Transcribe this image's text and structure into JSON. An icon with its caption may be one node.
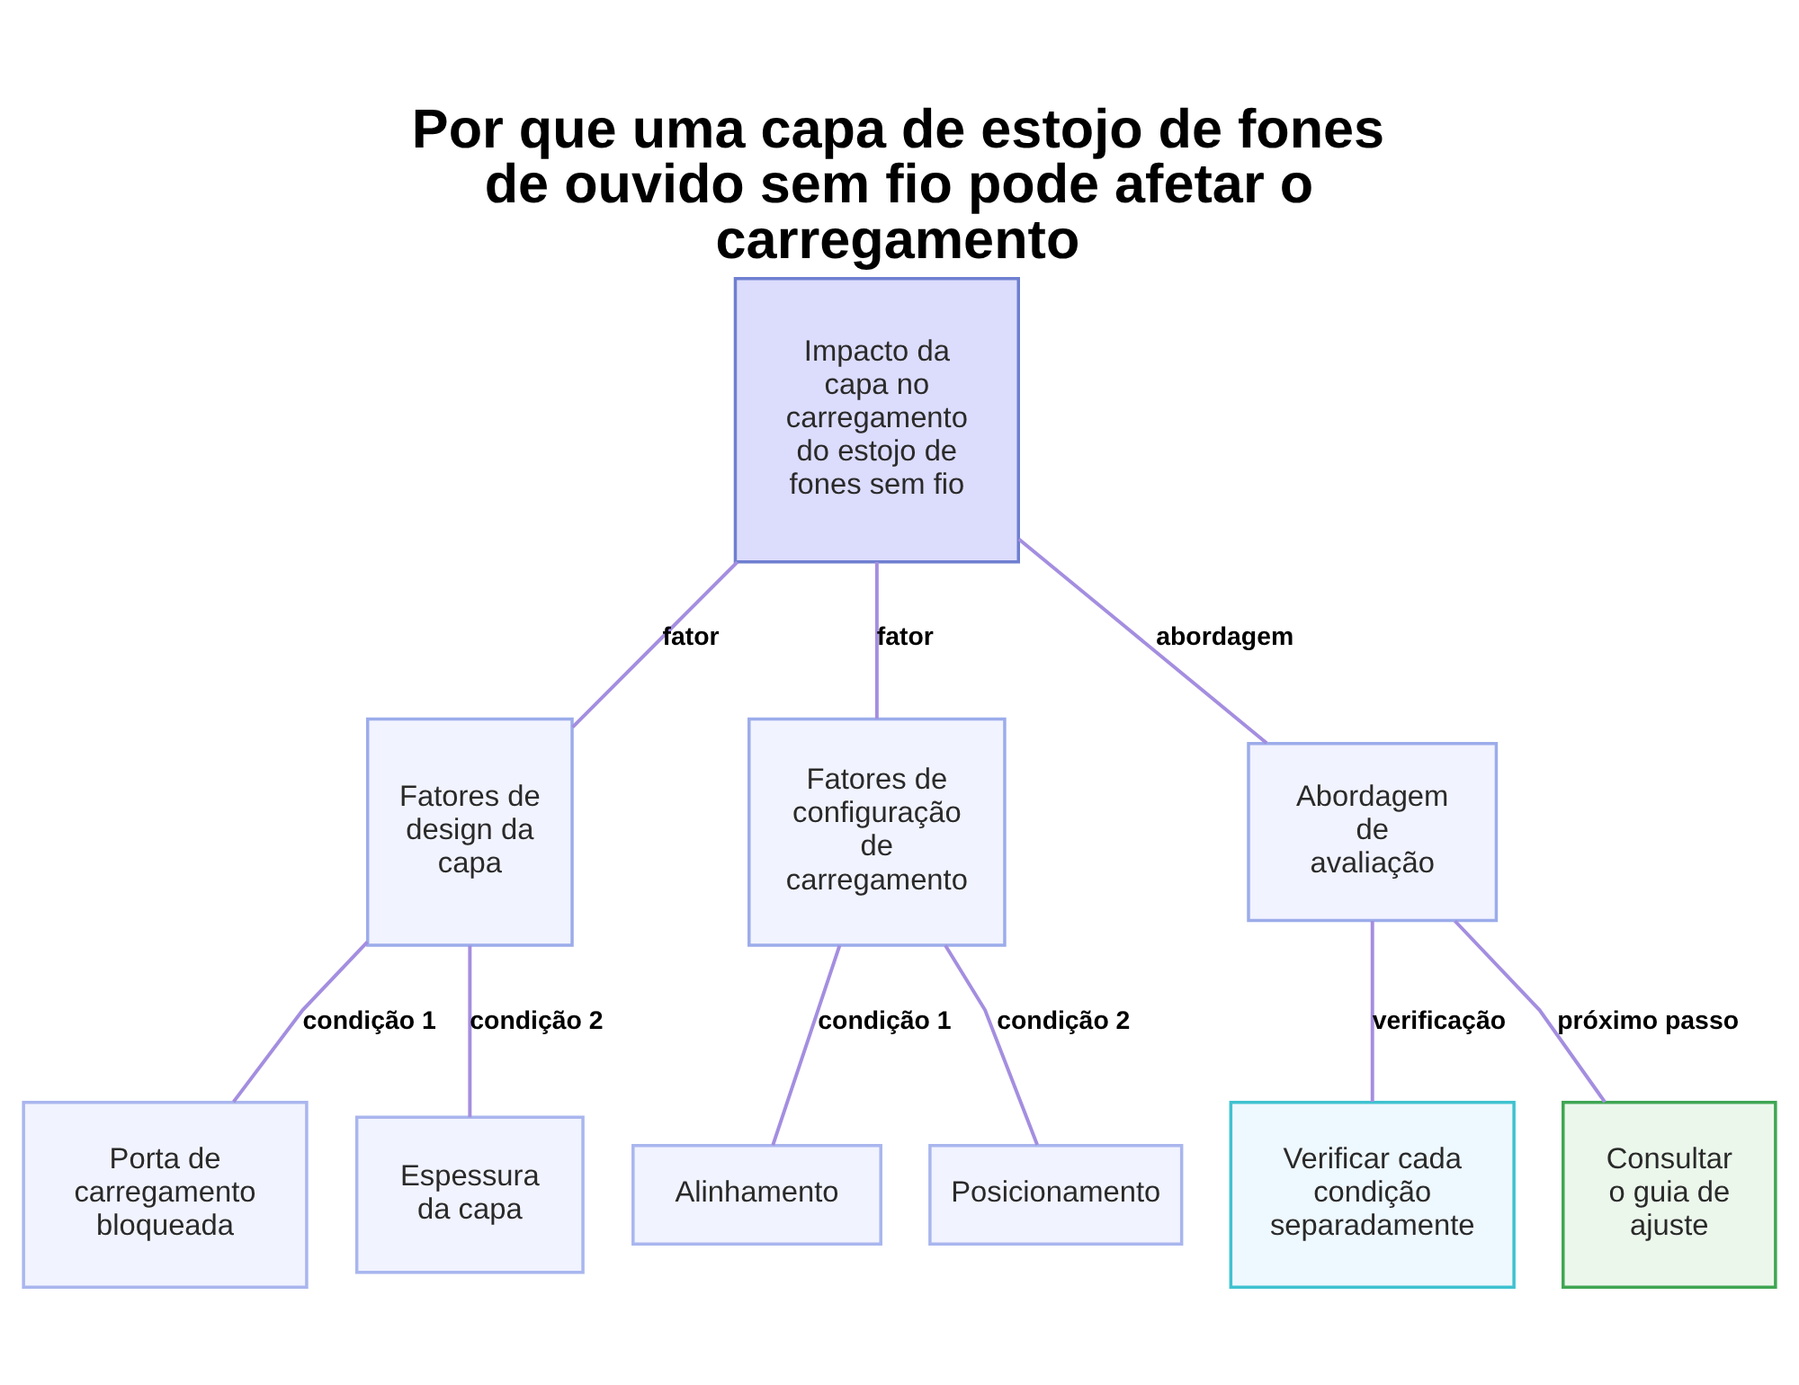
{
  "diagram": {
    "title": "Por que uma capa de estojo de fones de ouvido sem fio pode afetar o carregamento",
    "nodes": [
      {
        "text": [
          "Impacto da capa no carregamento do estojo de fones sem fio"
        ]
      },
      {
        "text": [
          "Fatores de design da capa"
        ]
      },
      {
        "text": [
          "Fatores de configuração de carregamento"
        ]
      },
      {
        "text": [
          "Abordagem de avaliação"
        ]
      },
      {
        "text": [
          "Porta de carregamento bloqueada"
        ]
      },
      {
        "text": [
          "Espessura da capa"
        ]
      },
      {
        "text": [
          "Alinhamento"
        ]
      },
      {
        "text": [
          "Posicionamento"
        ]
      },
      {
        "text": [
          "Verificar cada condição separadamente"
        ]
      },
      {
        "text": [
          "Consultar o guia de ajuste"
        ]
      }
    ],
    "edges": [
      {
        "from": 0,
        "to": 1,
        "arrow": "none",
        "label": "fator"
      },
      {
        "from": 0,
        "to": 2,
        "arrow": "none",
        "label": "fator"
      },
      {
        "from": 0,
        "to": 3,
        "arrow": "none",
        "label": "abordagem"
      },
      {
        "from": 1,
        "to": 4,
        "arrow": "none",
        "label": "condição 1"
      },
      {
        "from": 1,
        "to": 5,
        "arrow": "none",
        "label": "condição 2"
      },
      {
        "from": 2,
        "to": 6,
        "arrow": "none",
        "label": "condição 1"
      },
      {
        "from": 2,
        "to": 7,
        "arrow": "none",
        "label": "condição 2"
      },
      {
        "from": 3,
        "to": 8,
        "arrow": "none",
        "label": "verificação"
      },
      {
        "from": 3,
        "to": 9,
        "arrow": "none",
        "label": "próximo passo"
      }
    ]
  }
}
